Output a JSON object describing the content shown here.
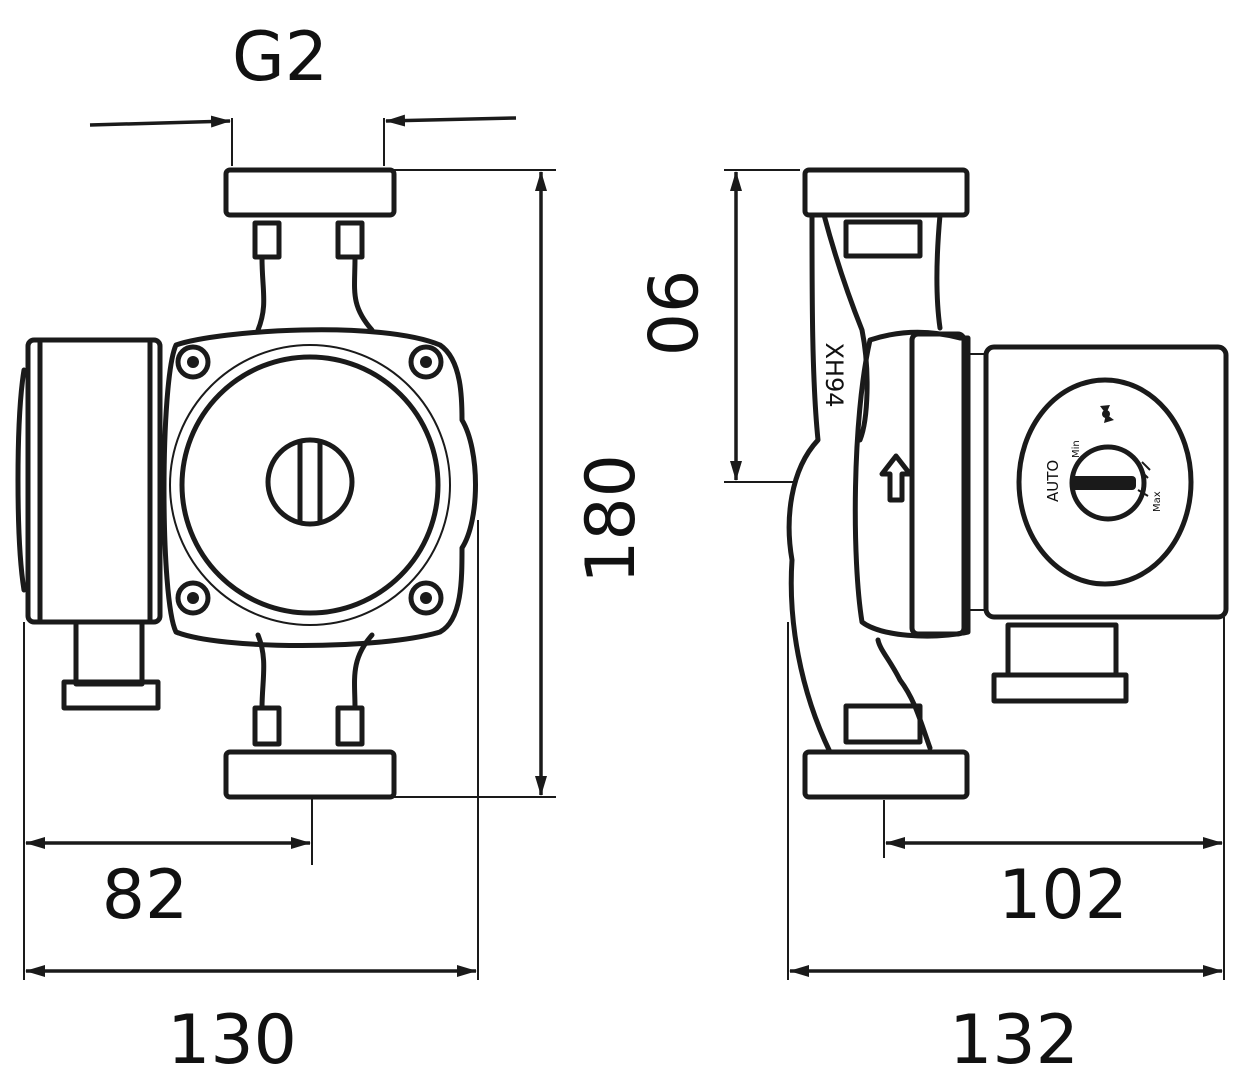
{
  "dimensions": {
    "thread": "G2",
    "height_total": "180",
    "axis_offset_left": "82",
    "width_front": "130",
    "axis_offset_side": "90",
    "depth_to_axis": "102",
    "depth_total": "132"
  },
  "side_view": {
    "model_label": "XH94",
    "auto_label": "AUTO",
    "min_label": "Min",
    "max_label": "Max"
  }
}
